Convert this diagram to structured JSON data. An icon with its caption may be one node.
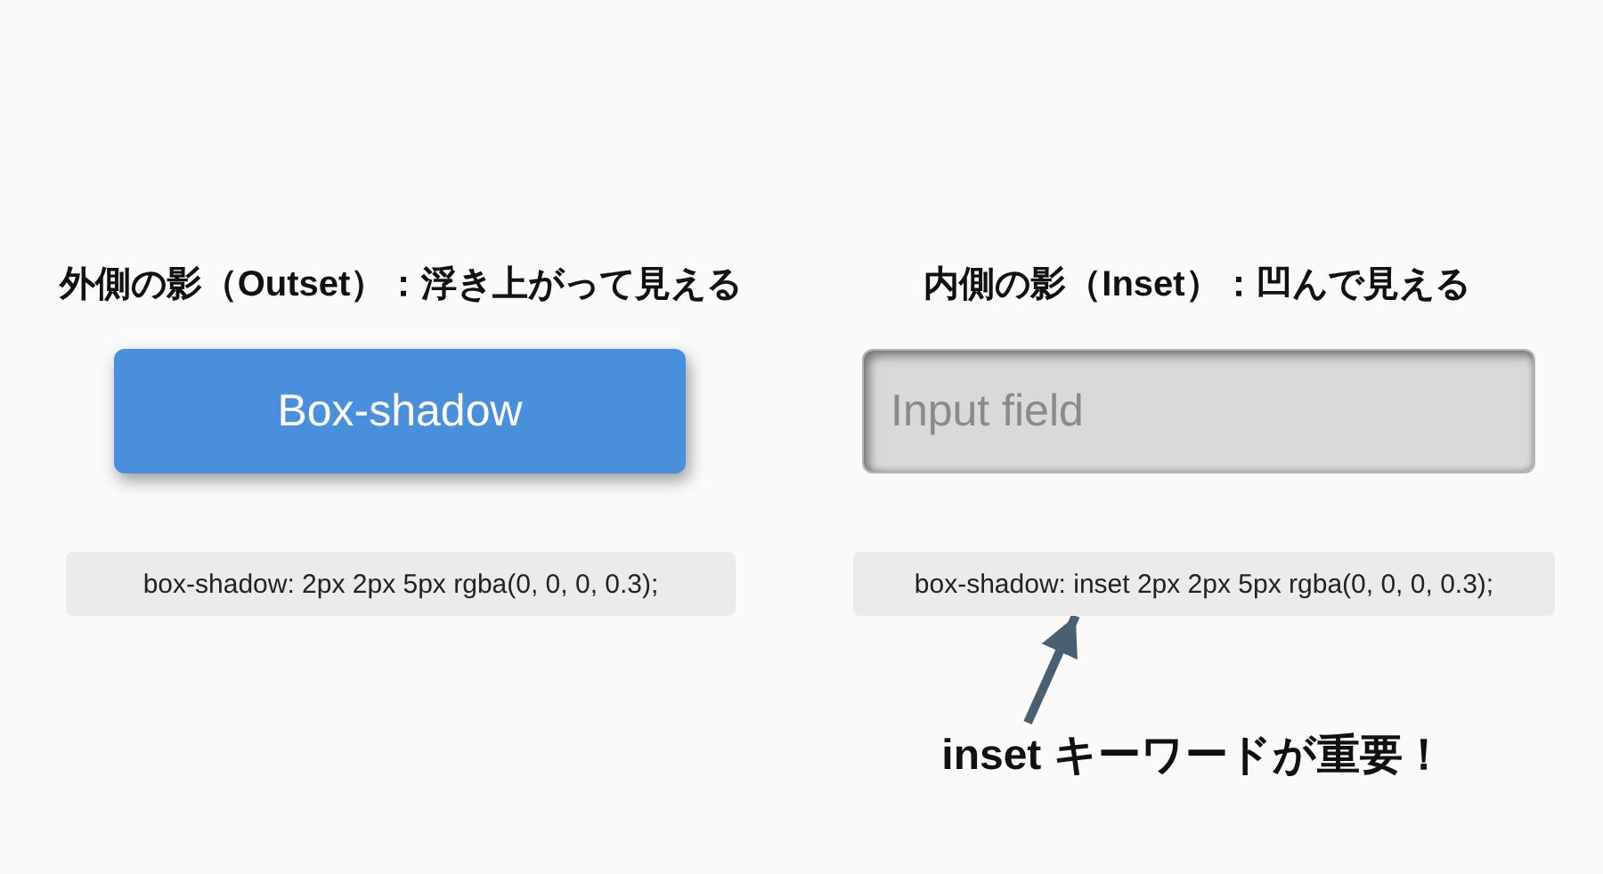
{
  "diagram": {
    "nodes": [
      {
        "text": [
          "Box-shadow"
        ]
      },
      {
        "text": [
          "Input field"
        ]
      },
      {
        "text": [
          "box-shadow: 2px 2px 5px rgba(0, 0, 0, 0.3);"
        ]
      },
      {
        "text": [
          "box-shadow: inset 2px 2px 5px rgba(0, 0, 0, 0.3);"
        ]
      },
      {
        "text": [
          "inset キーワードが重要！"
        ]
      }
    ],
    "edges": [
      {
        "from": 4,
        "to": 3,
        "arrow": "to"
      }
    ],
    "labels": [
      "外側の影（Outset）：浮き上がって見える",
      "内側の影（Inset）：凹んで見える"
    ]
  }
}
